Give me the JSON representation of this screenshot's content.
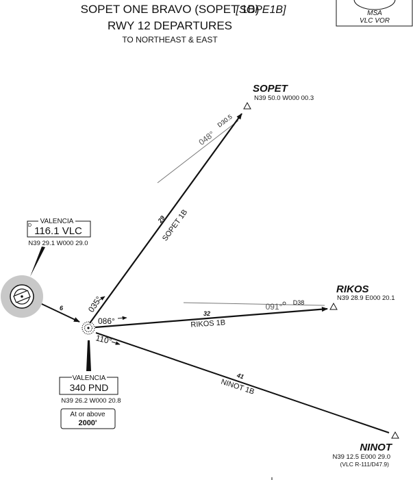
{
  "header": {
    "title_line1": "SOPET ONE BRAVO (SOPET 1B)",
    "title_code": "[SOPE1B]",
    "title_line2": "RWY 12 DEPARTURES",
    "subtitle": "TO NORTHEAST & EAST"
  },
  "msa_box": {
    "label": "MSA",
    "ref": "VLC VOR"
  },
  "valencia_vor": {
    "prefix": "D",
    "name": "VALENCIA",
    "freq": "116.1 VLC",
    "coords": "N39 29.1 W000 29.0"
  },
  "valencia_ndb": {
    "name": "VALENCIA",
    "freq": "340 PND",
    "coords": "N39 26.2 W000 20.8",
    "altitude_note": "At or above",
    "altitude_value": "2000'"
  },
  "waypoints": {
    "sopet": {
      "name": "SOPET",
      "coords": "N39 50.0 W000 00.3"
    },
    "rikos": {
      "name": "RIKOS",
      "coords": "N39 28.9 E000 20.1"
    },
    "ninot": {
      "name": "NINOT",
      "coords": "N39 12.5 E000 29.0",
      "ref": "(VLC R-111/D47.9)"
    }
  },
  "routes": {
    "inbound_distance": "6",
    "sopet": {
      "distance": "29",
      "name": "SOPET 1B",
      "initial_course": "035°",
      "radial": "048°",
      "dme": "D30.5"
    },
    "rikos": {
      "distance": "32",
      "name": "RIKOS 1B",
      "initial_course": "086°",
      "radial": "091°",
      "dme": "D38"
    },
    "ninot": {
      "distance": "41",
      "name": "NINOT 1B",
      "initial_course": "110°"
    }
  },
  "colors": {
    "ink": "#111111",
    "gray_line": "#777777",
    "vor_fill": "#c8c8c8"
  }
}
